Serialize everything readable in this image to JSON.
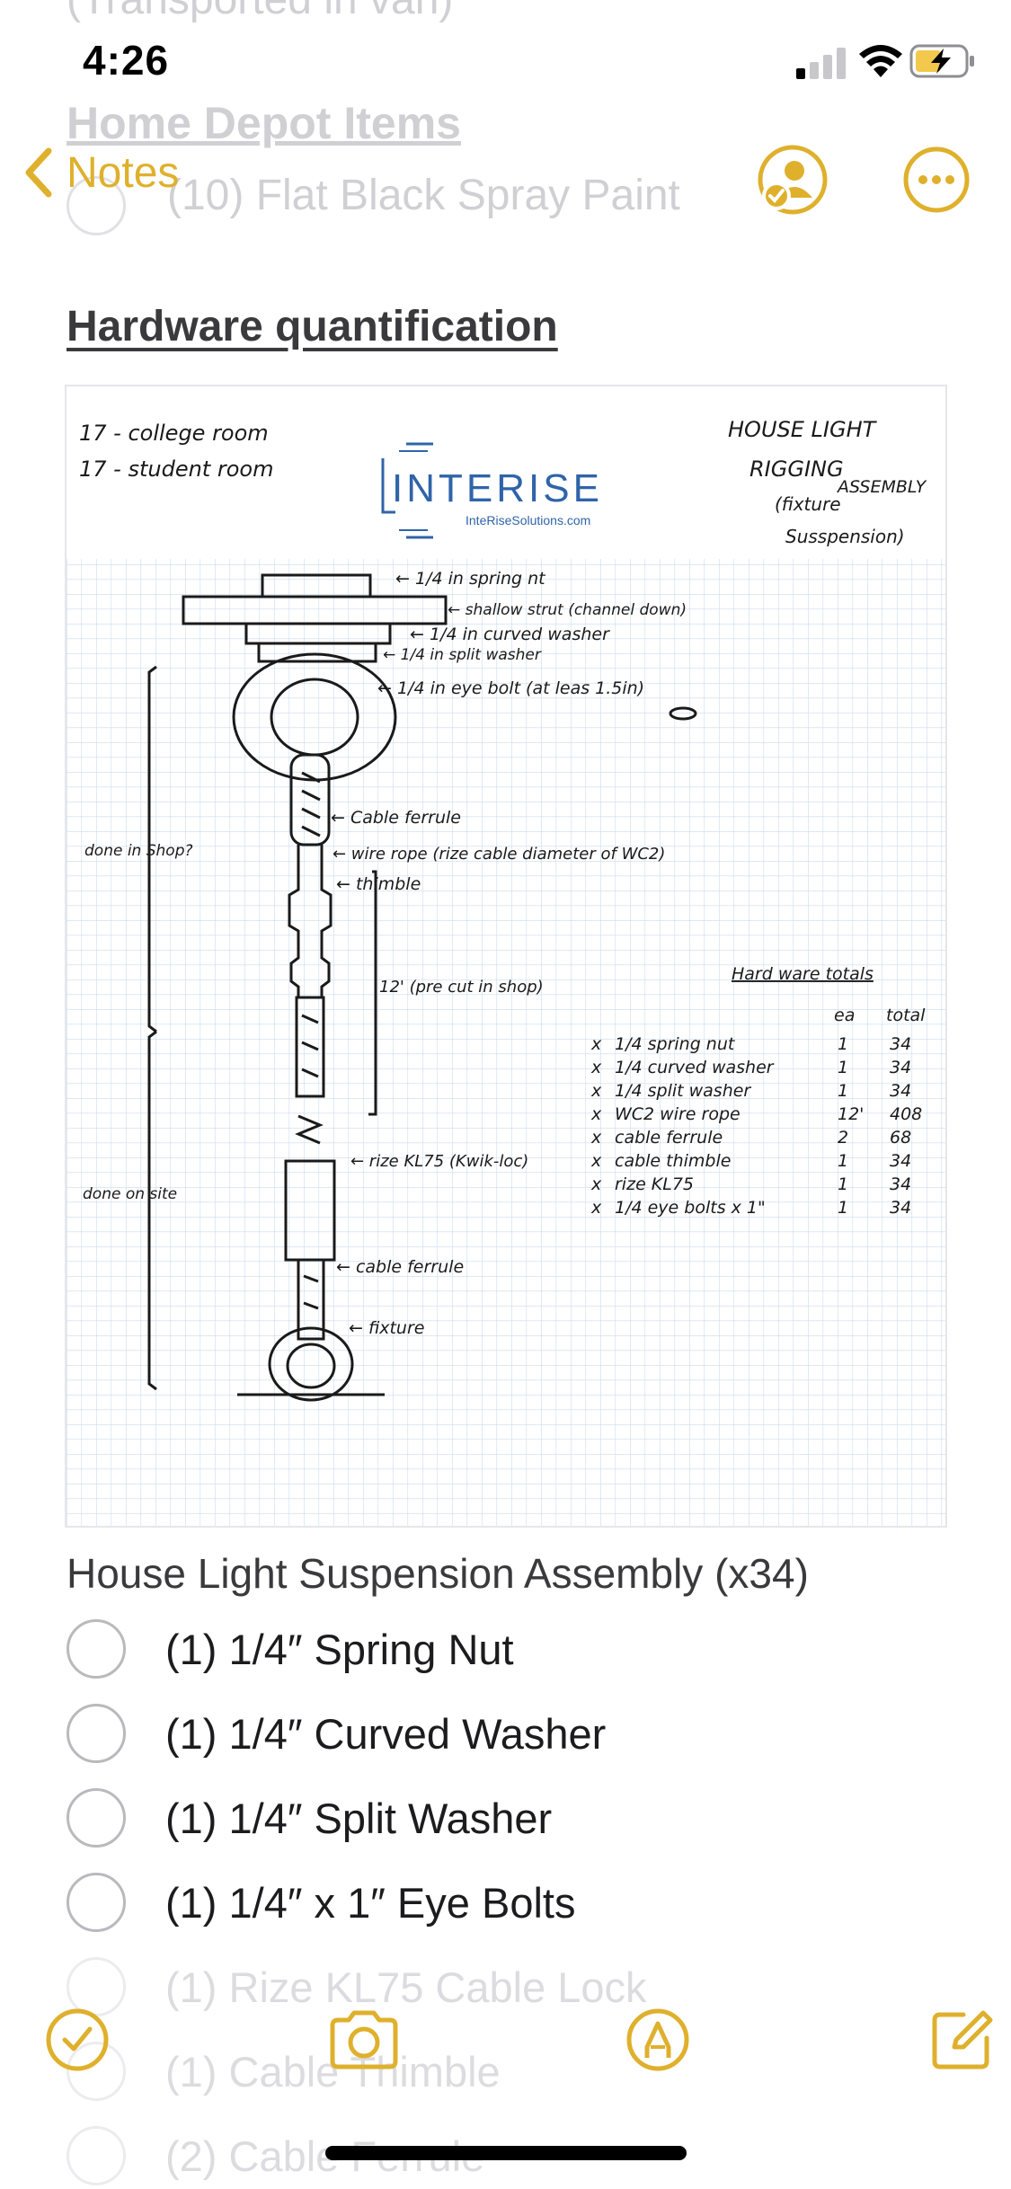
{
  "status_bar": {
    "time": "4:26"
  },
  "background": {
    "top_text": "(Transported in van)",
    "heading": "Home Depot Items",
    "item": "(10) Flat Black Spray Paint"
  },
  "nav": {
    "back_label": "Notes",
    "share_icon": "person-checkmark-icon",
    "more_icon": "ellipsis-circle-icon"
  },
  "note": {
    "title": "Hardware quantification",
    "sketch": {
      "top_left_lines": [
        "17 - college room",
        "17 - student room"
      ],
      "logo_name": "INTERISE",
      "logo_url": "InteRiseSolutions.com",
      "title_lines": [
        "HOUSE LIGHT",
        "RIGGING",
        "ASSEMBLY",
        "(fixture",
        "Susspension)"
      ],
      "callouts": [
        "← 1/4 in spring nt",
        "← shallow strut (channel down)",
        "← 1/4 in curved washer",
        "← 1/4 in split washer",
        "← 1/4 in eye bolt (at leas 1.5in)",
        "← Cable ferrule",
        "← wire rope (rize cable diameter of WC2)",
        "← thimble",
        "← rize KL75 (Kwik-loc)",
        "← cable ferrule",
        "← fixture"
      ],
      "side_notes": [
        "done in Shop?",
        "done on site",
        "12' (pre cut in shop)"
      ],
      "totals_title": "Hard ware totals",
      "totals_header": [
        "ea",
        "total"
      ],
      "totals_rows": [
        [
          "x",
          "1/4 spring nut",
          "1",
          "34"
        ],
        [
          "x",
          "1/4 curved washer",
          "1",
          "34"
        ],
        [
          "x",
          "1/4 split washer",
          "1",
          "34"
        ],
        [
          "x",
          "WC2 wire rope",
          "12'",
          "408"
        ],
        [
          "x",
          "cable ferrule",
          "2",
          "68"
        ],
        [
          "x",
          "cable thimble",
          "1",
          "34"
        ],
        [
          "x",
          "rize KL75",
          "1",
          "34"
        ],
        [
          "x",
          "1/4 eye bolts x 1\"",
          "1",
          "34"
        ]
      ]
    },
    "section_heading": "House Light Suspension Assembly (x34)",
    "checklist": [
      "(1) 1/4″ Spring Nut",
      "(1) 1/4″ Curved Washer",
      "(1) 1/4″ Split Washer",
      "(1) 1/4″ x 1″ Eye Bolts",
      "(1) Rize KL75 Cable Lock",
      "(1) Cable Thimble",
      "(2) Cable Ferrule"
    ]
  },
  "toolbar": {
    "icons": [
      "checklist-icon",
      "camera-icon",
      "markup-pen-icon",
      "compose-icon"
    ]
  },
  "colors": {
    "accent": "#dfb02c",
    "grid": "#c9dcee",
    "ink": "#1a1a1a",
    "logo": "#2f64a8"
  }
}
